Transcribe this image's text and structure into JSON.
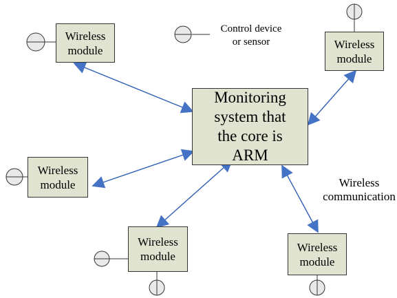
{
  "core": {
    "label": "Monitoring\nsystem that\nthe core is\nARM"
  },
  "modules": [
    {
      "label": "Wireless\nmodule"
    },
    {
      "label": "Wireless\nmodule"
    },
    {
      "label": "Wireless\nmodule"
    },
    {
      "label": "Wireless\nmodule"
    },
    {
      "label": "Wireless\nmodule"
    }
  ],
  "legend": {
    "label": "Control device\nor sensor",
    "icon": "control-device-sensor-icon"
  },
  "edge_label": "Wireless\ncommunication",
  "colors": {
    "box_fill": "#dfe3cf",
    "arrow": "#2f5fb5",
    "arrow_head": "#4472c4",
    "line": "#333333"
  }
}
